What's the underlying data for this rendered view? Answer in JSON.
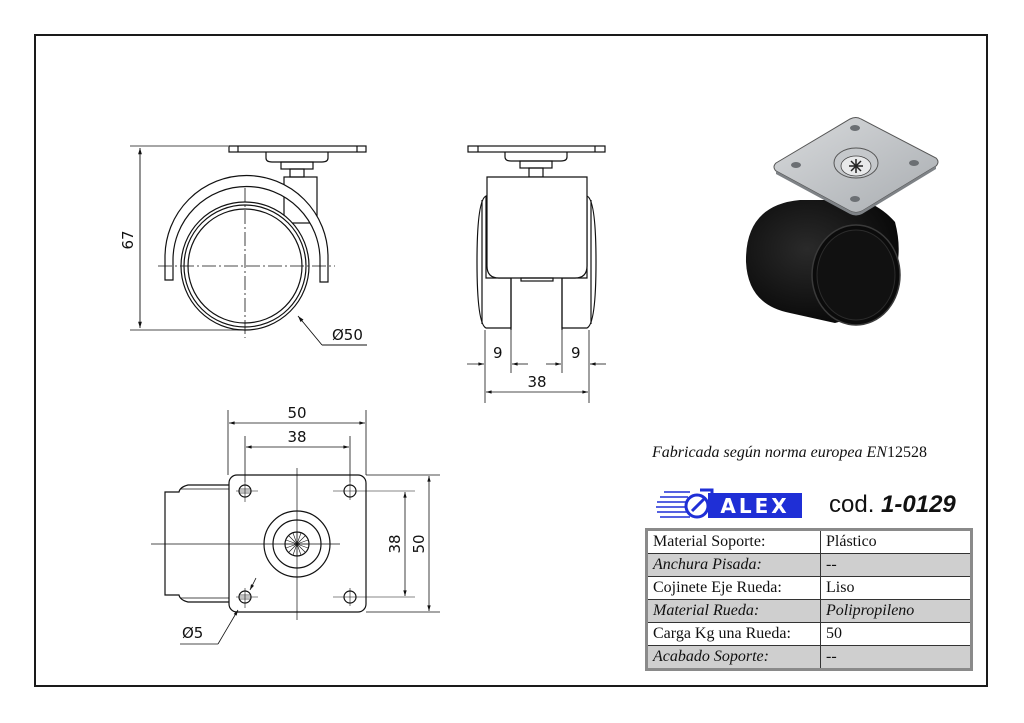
{
  "drawing": {
    "title_note": {
      "prefix": "Fabricada según norma europea EN",
      "standard_number": "12528"
    },
    "brand": {
      "logo_text": "ALEX",
      "logo_color": "#1f2fd6"
    },
    "product_code": {
      "label": "cod.",
      "value": "1-0129"
    },
    "views": {
      "side_view": {
        "height_dim": "67",
        "wheel_diameter_dim": "Ø50"
      },
      "front_view": {
        "left_tread_dim": "9",
        "right_tread_dim": "9",
        "overall_width_dim": "38"
      },
      "top_view": {
        "plate_width_dim": "50",
        "hole_spacing_x_dim": "38",
        "hole_spacing_y_dim": "38",
        "plate_height_dim": "50",
        "hole_diameter_dim": "Ø5"
      }
    },
    "spec_table": {
      "rows": [
        {
          "label": "Material Soporte:",
          "value": "Plástico"
        },
        {
          "label": "Anchura Pisada:",
          "value": "--"
        },
        {
          "label": "Cojinete Eje Rueda:",
          "value": "Liso"
        },
        {
          "label": "Material Rueda:",
          "value": "Polipropileno"
        },
        {
          "label": "Carga Kg una Rueda:",
          "value": "50"
        },
        {
          "label": "Acabado Soporte:",
          "value": "--"
        }
      ]
    }
  }
}
